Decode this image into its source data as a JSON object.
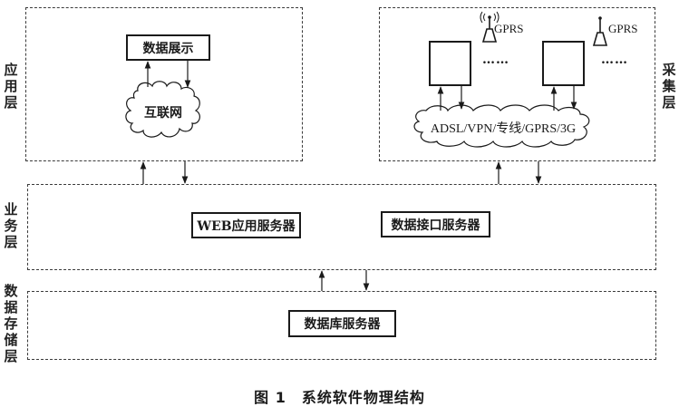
{
  "layers": {
    "application": {
      "label": "应用层",
      "data_display": "数据展示",
      "internet": "互联网"
    },
    "collection": {
      "label": "采集层",
      "gprs_labels": [
        "GPRS",
        "GPRS"
      ],
      "ellipsis": [
        "……",
        "……"
      ],
      "network": "ADSL/VPN/专线/GPRS/3G"
    },
    "business": {
      "label": "业务层",
      "web_server": "WEB应用服务器",
      "interface_server": "数据接口服务器"
    },
    "storage": {
      "label": "数据存储层",
      "db_server": "数据库服务器"
    }
  },
  "caption": "图 1　系统软件物理结构"
}
